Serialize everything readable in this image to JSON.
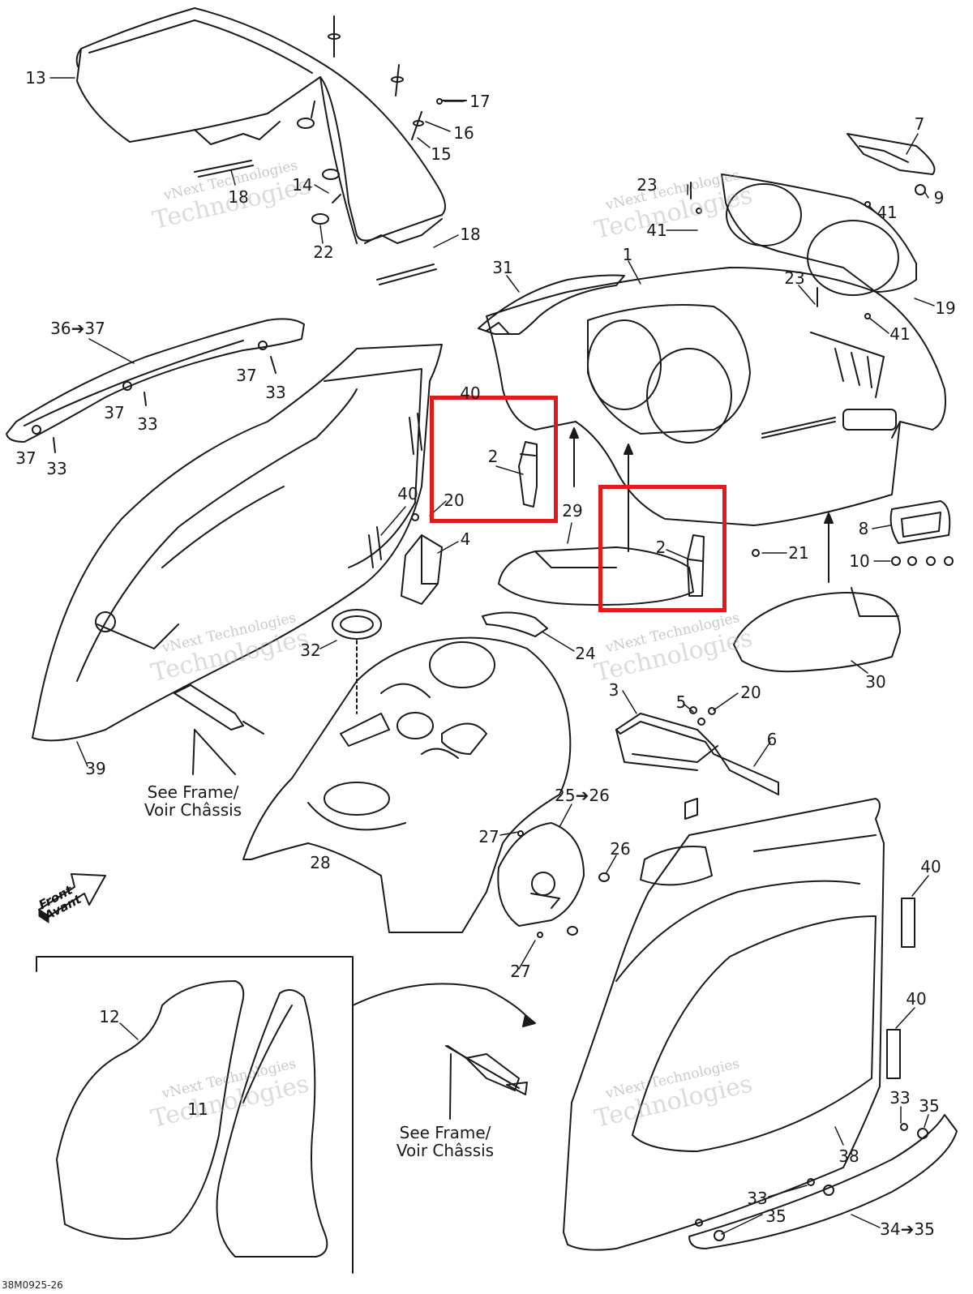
{
  "diagram": {
    "callouts": [
      {
        "key": "13",
        "text": "13"
      },
      {
        "key": "17",
        "text": "17"
      },
      {
        "key": "16",
        "text": "16"
      },
      {
        "key": "15",
        "text": "15"
      },
      {
        "key": "18a",
        "text": "18"
      },
      {
        "key": "14",
        "text": "14"
      },
      {
        "key": "22",
        "text": "22"
      },
      {
        "key": "18b",
        "text": "18"
      },
      {
        "key": "7",
        "text": "7"
      },
      {
        "key": "9",
        "text": "9"
      },
      {
        "key": "23a",
        "text": "23"
      },
      {
        "key": "41a",
        "text": "41"
      },
      {
        "key": "41b",
        "text": "41"
      },
      {
        "key": "1",
        "text": "1"
      },
      {
        "key": "31",
        "text": "31"
      },
      {
        "key": "23b",
        "text": "23"
      },
      {
        "key": "19",
        "text": "19"
      },
      {
        "key": "41c",
        "text": "41"
      },
      {
        "key": "36-37",
        "text": "36➔37"
      },
      {
        "key": "37a",
        "text": "37"
      },
      {
        "key": "33a",
        "text": "33"
      },
      {
        "key": "37b",
        "text": "37"
      },
      {
        "key": "33b",
        "text": "33"
      },
      {
        "key": "37c",
        "text": "37"
      },
      {
        "key": "33c",
        "text": "33"
      },
      {
        "key": "40a",
        "text": "40"
      },
      {
        "key": "2a",
        "text": "2"
      },
      {
        "key": "20a",
        "text": "20"
      },
      {
        "key": "40b",
        "text": "40"
      },
      {
        "key": "4",
        "text": "4"
      },
      {
        "key": "29",
        "text": "29"
      },
      {
        "key": "2b",
        "text": "2"
      },
      {
        "key": "8",
        "text": "8"
      },
      {
        "key": "21",
        "text": "21"
      },
      {
        "key": "10",
        "text": "10"
      },
      {
        "key": "32",
        "text": "32"
      },
      {
        "key": "24",
        "text": "24"
      },
      {
        "key": "30",
        "text": "30"
      },
      {
        "key": "3",
        "text": "3"
      },
      {
        "key": "5",
        "text": "5"
      },
      {
        "key": "20b",
        "text": "20"
      },
      {
        "key": "6",
        "text": "6"
      },
      {
        "key": "39",
        "text": "39"
      },
      {
        "key": "25-26",
        "text": "25➔26"
      },
      {
        "key": "27a",
        "text": "27"
      },
      {
        "key": "26",
        "text": "26"
      },
      {
        "key": "28",
        "text": "28"
      },
      {
        "key": "27b",
        "text": "27"
      },
      {
        "key": "40c",
        "text": "40"
      },
      {
        "key": "40d",
        "text": "40"
      },
      {
        "key": "12",
        "text": "12"
      },
      {
        "key": "11",
        "text": "11"
      },
      {
        "key": "33d",
        "text": "33"
      },
      {
        "key": "35a",
        "text": "35"
      },
      {
        "key": "38",
        "text": "38"
      },
      {
        "key": "33e",
        "text": "33"
      },
      {
        "key": "35b",
        "text": "35"
      },
      {
        "key": "34-35",
        "text": "34➔35"
      }
    ],
    "notes": [
      {
        "key": "see-frame-1",
        "line1": "See Frame/",
        "line2": "Voir Châssis"
      },
      {
        "key": "see-frame-2",
        "line1": "See Frame/",
        "line2": "Voir Châssis"
      }
    ],
    "front_arrow": {
      "line1": "Front",
      "line2": "Avant"
    },
    "watermark": {
      "line1": "vNext Technologies",
      "line2": "Technologies"
    },
    "drawing_code": "38M0925-26",
    "highlight_color": "#e01b1b"
  }
}
